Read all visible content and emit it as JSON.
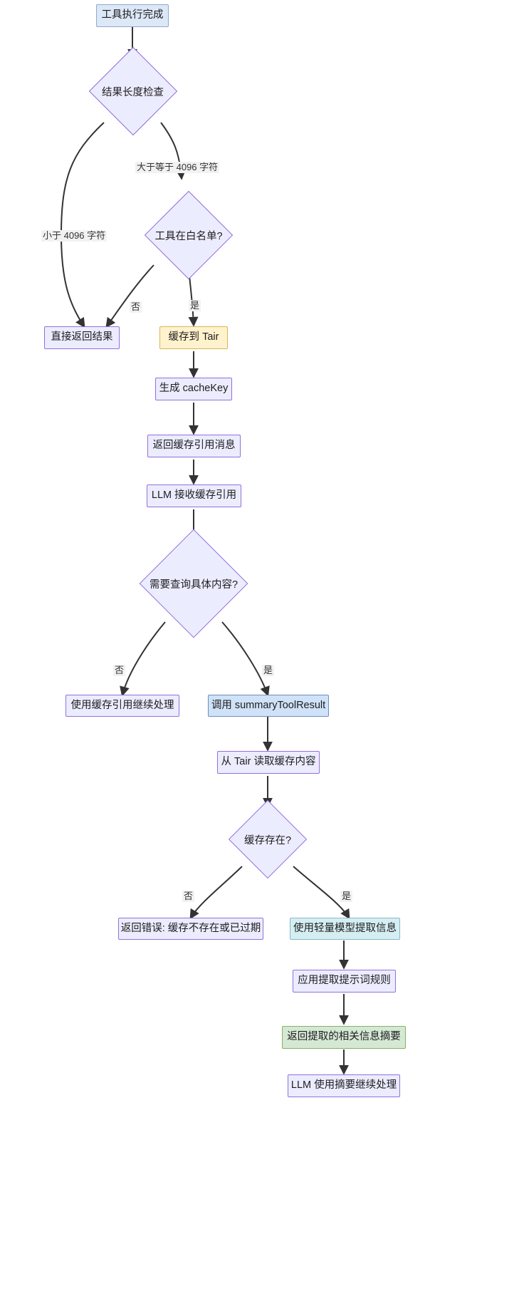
{
  "chart_data": {
    "type": "diagram",
    "diagram_type": "flowchart",
    "direction": "top-down",
    "title": "",
    "nodes": [
      {
        "id": "n1",
        "label": "工具执行完成",
        "shape": "rect",
        "style": "blue-soft"
      },
      {
        "id": "n2",
        "label": "结果长度检查",
        "shape": "diamond",
        "style": "default"
      },
      {
        "id": "n3",
        "label": "工具在白名单?",
        "shape": "diamond",
        "style": "default"
      },
      {
        "id": "n4",
        "label": "直接返回结果",
        "shape": "rect",
        "style": "default"
      },
      {
        "id": "n5",
        "label": "缓存到 Tair",
        "shape": "rect",
        "style": "yellow"
      },
      {
        "id": "n6",
        "label": "生成 cacheKey",
        "shape": "rect",
        "style": "default"
      },
      {
        "id": "n7",
        "label": "返回缓存引用消息",
        "shape": "rect",
        "style": "default"
      },
      {
        "id": "n8",
        "label": "LLM 接收缓存引用",
        "shape": "rect",
        "style": "default"
      },
      {
        "id": "n9",
        "label": "需要查询具体内容?",
        "shape": "diamond",
        "style": "default"
      },
      {
        "id": "n10",
        "label": "使用缓存引用继续处理",
        "shape": "rect",
        "style": "default"
      },
      {
        "id": "n11",
        "label": "调用 summaryToolResult",
        "shape": "rect",
        "style": "blue"
      },
      {
        "id": "n12",
        "label": "从 Tair 读取缓存内容",
        "shape": "rect",
        "style": "default"
      },
      {
        "id": "n13",
        "label": "缓存存在?",
        "shape": "diamond",
        "style": "default"
      },
      {
        "id": "n14",
        "label": "返回错误: 缓存不存在或已过期",
        "shape": "rect",
        "style": "default"
      },
      {
        "id": "n15",
        "label": "使用轻量模型提取信息",
        "shape": "rect",
        "style": "cyan"
      },
      {
        "id": "n16",
        "label": "应用提取提示词规则",
        "shape": "rect",
        "style": "default"
      },
      {
        "id": "n17",
        "label": "返回提取的相关信息摘要",
        "shape": "rect",
        "style": "green"
      },
      {
        "id": "n18",
        "label": "LLM 使用摘要继续处理",
        "shape": "rect",
        "style": "default"
      }
    ],
    "edges": [
      {
        "from": "n1",
        "to": "n2",
        "label": ""
      },
      {
        "from": "n2",
        "to": "n4",
        "label": "小于 4096 字符"
      },
      {
        "from": "n2",
        "to": "n3",
        "label": "大于等于 4096 字符"
      },
      {
        "from": "n3",
        "to": "n4",
        "label": "否"
      },
      {
        "from": "n3",
        "to": "n5",
        "label": "是"
      },
      {
        "from": "n5",
        "to": "n6",
        "label": ""
      },
      {
        "from": "n6",
        "to": "n7",
        "label": ""
      },
      {
        "from": "n7",
        "to": "n8",
        "label": ""
      },
      {
        "from": "n8",
        "to": "n9",
        "label": ""
      },
      {
        "from": "n9",
        "to": "n10",
        "label": "否"
      },
      {
        "from": "n9",
        "to": "n11",
        "label": "是"
      },
      {
        "from": "n11",
        "to": "n12",
        "label": ""
      },
      {
        "from": "n12",
        "to": "n13",
        "label": ""
      },
      {
        "from": "n13",
        "to": "n14",
        "label": "否"
      },
      {
        "from": "n13",
        "to": "n15",
        "label": "是"
      },
      {
        "from": "n15",
        "to": "n16",
        "label": ""
      },
      {
        "from": "n16",
        "to": "n17",
        "label": ""
      },
      {
        "from": "n17",
        "to": "n18",
        "label": ""
      }
    ],
    "colors": {
      "default_fill": "#ECECFF",
      "default_stroke": "#9370DB",
      "blue_fill": "#cfe2f7",
      "blue_stroke": "#6c8ebf",
      "yellow_fill": "#fff2cc",
      "yellow_stroke": "#d6b656",
      "cyan_fill": "#d5eef2",
      "cyan_stroke": "#88b9c4",
      "green_fill": "#d5e8d4",
      "green_stroke": "#82b366",
      "edge_stroke": "#333333",
      "background": "#ffffff"
    }
  },
  "nodes": {
    "n1": {
      "label": "工具执行完成"
    },
    "n2": {
      "label": "结果长度检查"
    },
    "n3": {
      "label": "工具在白名单?"
    },
    "n4": {
      "label": "直接返回结果"
    },
    "n5": {
      "label": "缓存到 Tair"
    },
    "n6": {
      "label": "生成 cacheKey"
    },
    "n7": {
      "label": "返回缓存引用消息"
    },
    "n8": {
      "label": "LLM 接收缓存引用"
    },
    "n9": {
      "label": "需要查询具体内容?"
    },
    "n10": {
      "label": "使用缓存引用继续处理"
    },
    "n11": {
      "label": "调用 summaryToolResult"
    },
    "n12": {
      "label": "从 Tair 读取缓存内容"
    },
    "n13": {
      "label": "缓存存在?"
    },
    "n14": {
      "label": "返回错误: 缓存不存在或已过期"
    },
    "n15": {
      "label": "使用轻量模型提取信息"
    },
    "n16": {
      "label": "应用提取提示词规则"
    },
    "n17": {
      "label": "返回提取的相关信息摘要"
    },
    "n18": {
      "label": "LLM 使用摘要继续处理"
    }
  },
  "edge_labels": {
    "e_lt4096": "小于 4096 字符",
    "e_ge4096": "大于等于 4096 字符",
    "e_wl_no": "否",
    "e_wl_yes": "是",
    "e_q_no": "否",
    "e_q_yes": "是",
    "e_cache_no": "否",
    "e_cache_yes": "是"
  }
}
